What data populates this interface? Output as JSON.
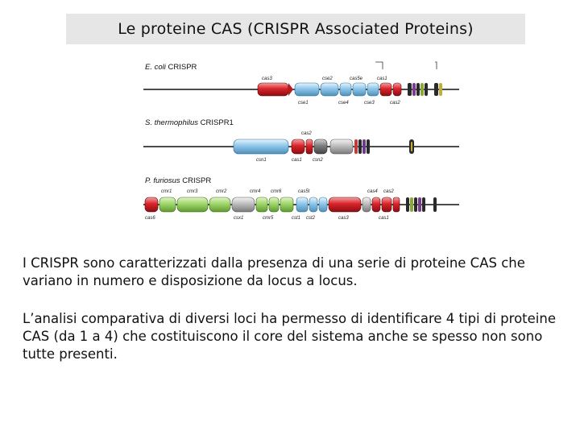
{
  "title": "Le proteine CAS (CRISPR Associated Proteins)",
  "paragraphs": [
    "I CRISPR sono caratterizzati dalla presenza di una serie di proteine CAS che variano in numero e disposizione da locus a locus.",
    "L’analisi comparativa di diversi loci ha permesso di identificare 4 tipi di proteine CAS (da 1 a 4) che costituiscono il core del sistema anche se spesso non sono tutte presenti."
  ],
  "colors": {
    "red": "#d9232a",
    "blue": "#8ec6ea",
    "grey": "#bdbdbd",
    "green": "#9fd66a",
    "dark_grey": "#7d7d7d"
  },
  "loci": [
    {
      "species": "E. coli",
      "suffix": " CRISPR",
      "genes": [
        {
          "name": "cas3",
          "color": "red",
          "label_pos": "top"
        },
        {
          "name": "cse1",
          "color": "blue",
          "label_pos": "bottom"
        },
        {
          "name": "cse2",
          "color": "blue",
          "label_pos": "top"
        },
        {
          "name": "cse4",
          "color": "blue",
          "label_pos": "bottom"
        },
        {
          "name": "cas5e",
          "color": "blue",
          "label_pos": "top"
        },
        {
          "name": "cse3",
          "color": "blue",
          "label_pos": "bottom"
        },
        {
          "name": "cas1",
          "color": "red",
          "label_pos": "top"
        },
        {
          "name": "cas2",
          "color": "red",
          "label_pos": "bottom"
        }
      ]
    },
    {
      "species": "S. thermophilus",
      "suffix": " CRISPR1",
      "genes": [
        {
          "name": "csn1",
          "color": "blue",
          "label_pos": "bottom"
        },
        {
          "name": "cas1",
          "color": "red",
          "label_pos": "bottom"
        },
        {
          "name": "cas2",
          "color": "red",
          "label_pos": "top"
        },
        {
          "name": "csn2",
          "color": "grey",
          "label_pos": "bottom"
        }
      ]
    },
    {
      "species": "P. furiosus",
      "suffix": " CRISPR",
      "genes": [
        {
          "name": "cas6",
          "color": "red",
          "label_pos": "bottom"
        },
        {
          "name": "cmr1",
          "color": "green",
          "label_pos": "top"
        },
        {
          "name": "cmr3",
          "color": "green",
          "label_pos": "top"
        },
        {
          "name": "cmr2",
          "color": "green",
          "label_pos": "top"
        },
        {
          "name": "csx1",
          "color": "grey",
          "label_pos": "bottom"
        },
        {
          "name": "cmr4",
          "color": "green",
          "label_pos": "top"
        },
        {
          "name": "cmr5",
          "color": "green",
          "label_pos": "bottom"
        },
        {
          "name": "cmr6",
          "color": "green",
          "label_pos": "top"
        },
        {
          "name": "cst1",
          "color": "blue",
          "label_pos": "bottom"
        },
        {
          "name": "cst2",
          "color": "blue",
          "label_pos": "bottom"
        },
        {
          "name": "cas5t",
          "color": "blue",
          "label_pos": "top"
        },
        {
          "name": "cas3",
          "color": "red",
          "label_pos": "bottom"
        },
        {
          "name": "cas4",
          "color": "red",
          "label_pos": "top"
        },
        {
          "name": "cas1",
          "color": "red",
          "label_pos": "bottom"
        },
        {
          "name": "cas2",
          "color": "red",
          "label_pos": "top"
        }
      ]
    }
  ]
}
